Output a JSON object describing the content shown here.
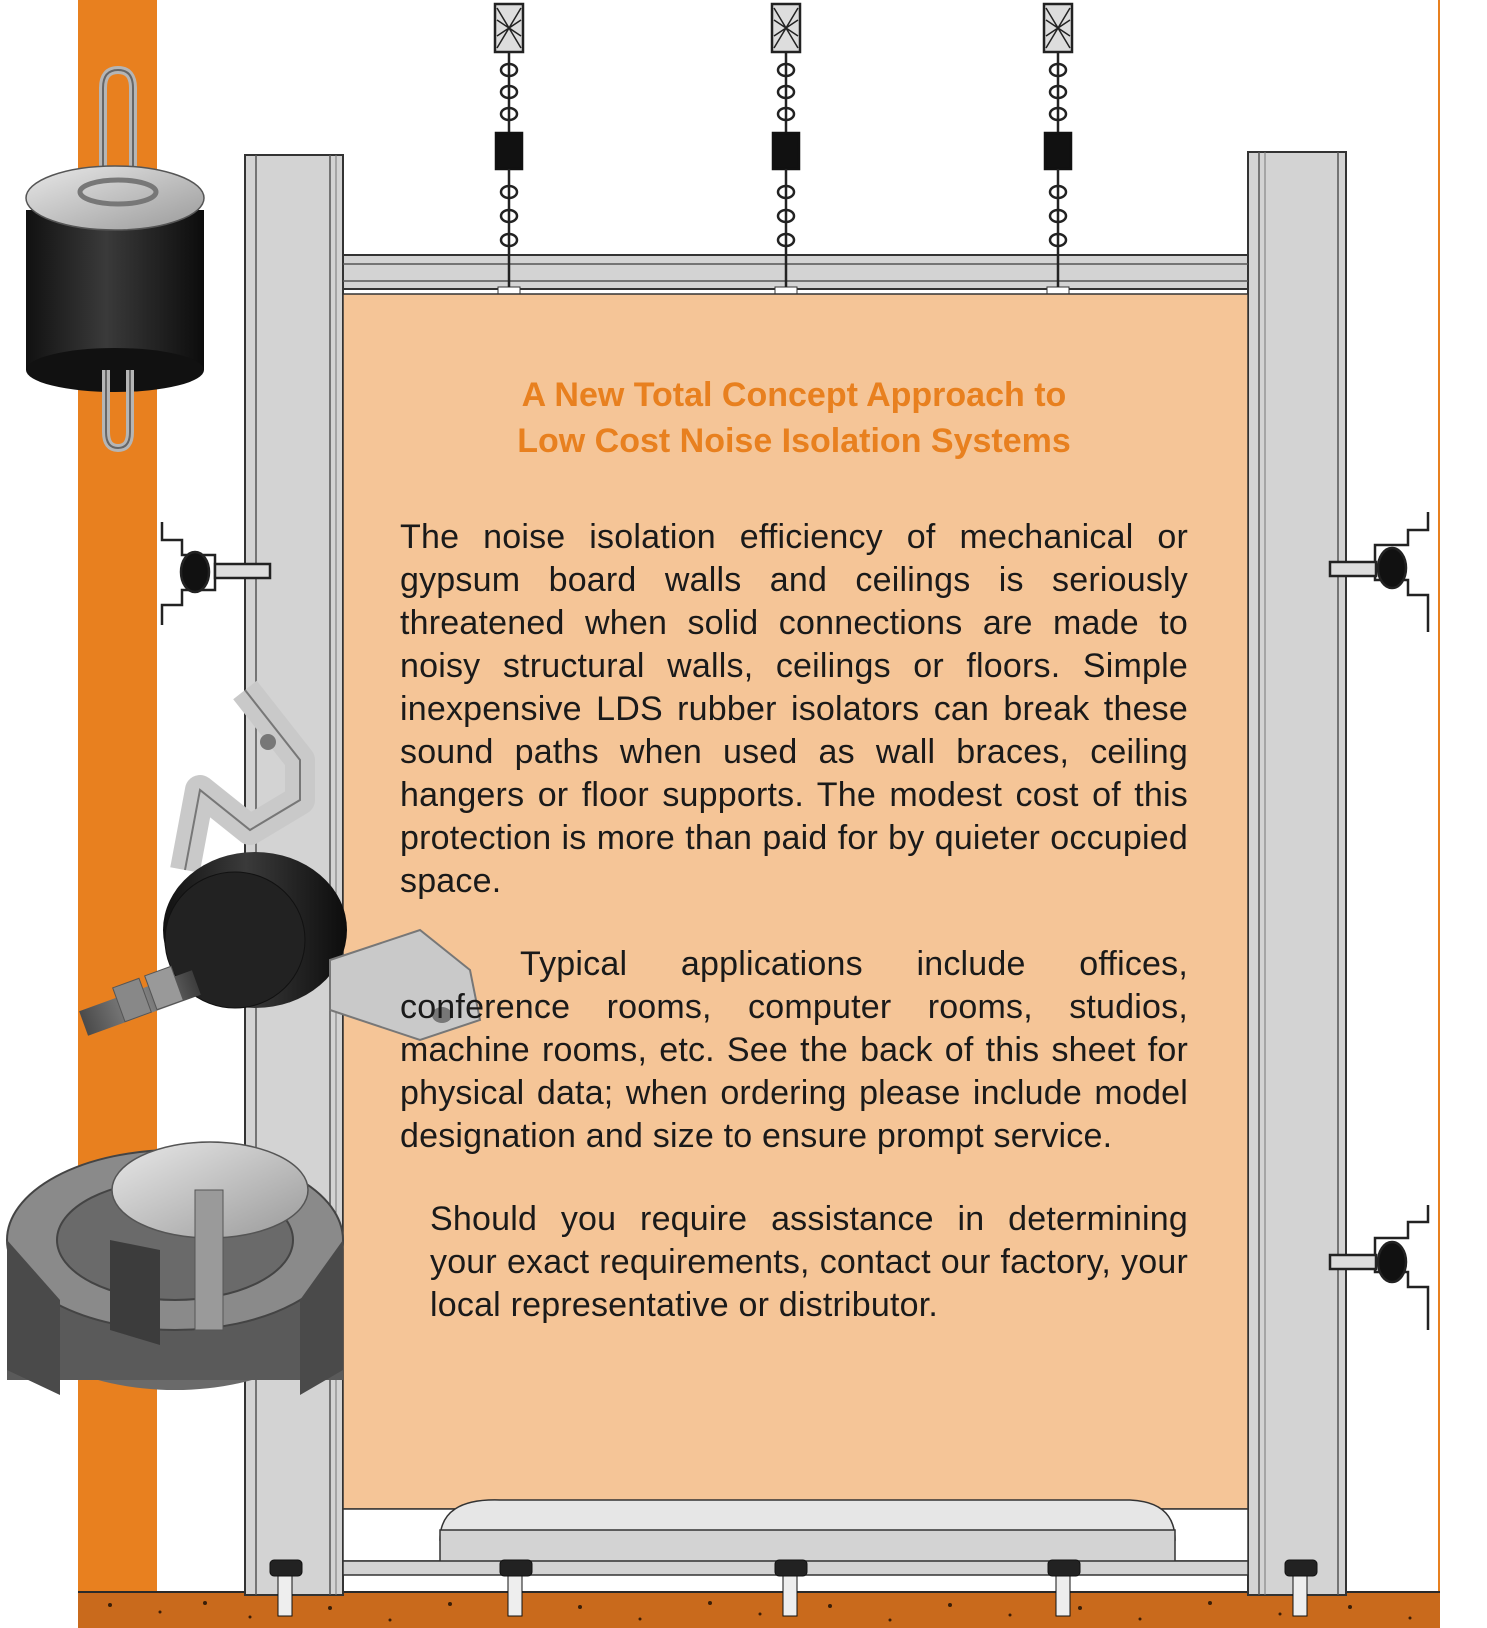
{
  "heading": {
    "line1": "A New Total Concept Approach to",
    "line2": "Low Cost Noise Isolation Systems"
  },
  "paragraphs": [
    "The noise isolation efficiency of mechanical or gypsum board walls and ceilings is seriously threatened when solid connections are made to noisy structural walls, ceilings or floors. Simple inexpensive LDS rubber isolators can break these sound paths when used as wall braces, ceiling hangers or floor supports. The modest cost of this protection is more than paid for by quieter occupied space.",
    "Typical applications include offices, conference rooms, computer rooms, studios, machine rooms, etc. See the back of this sheet for physical data; when ordering please include model designation and size to ensure prompt service.",
    "Should you require assistance in determining your exact requirements, contact our factory, your local representative or distributor."
  ],
  "colors": {
    "accent": "#E8801F",
    "panel": "#F5C597",
    "stud": "#D3D3D3",
    "rubber": "#1E1E1E",
    "soil": "#C96A1C"
  },
  "icons": [
    "ceiling-hanger-isolator-icon",
    "wall-brace-isolator-icon",
    "floor-mount-isolator-icon",
    "chain-hanger-icon",
    "floor-bolt-icon"
  ]
}
